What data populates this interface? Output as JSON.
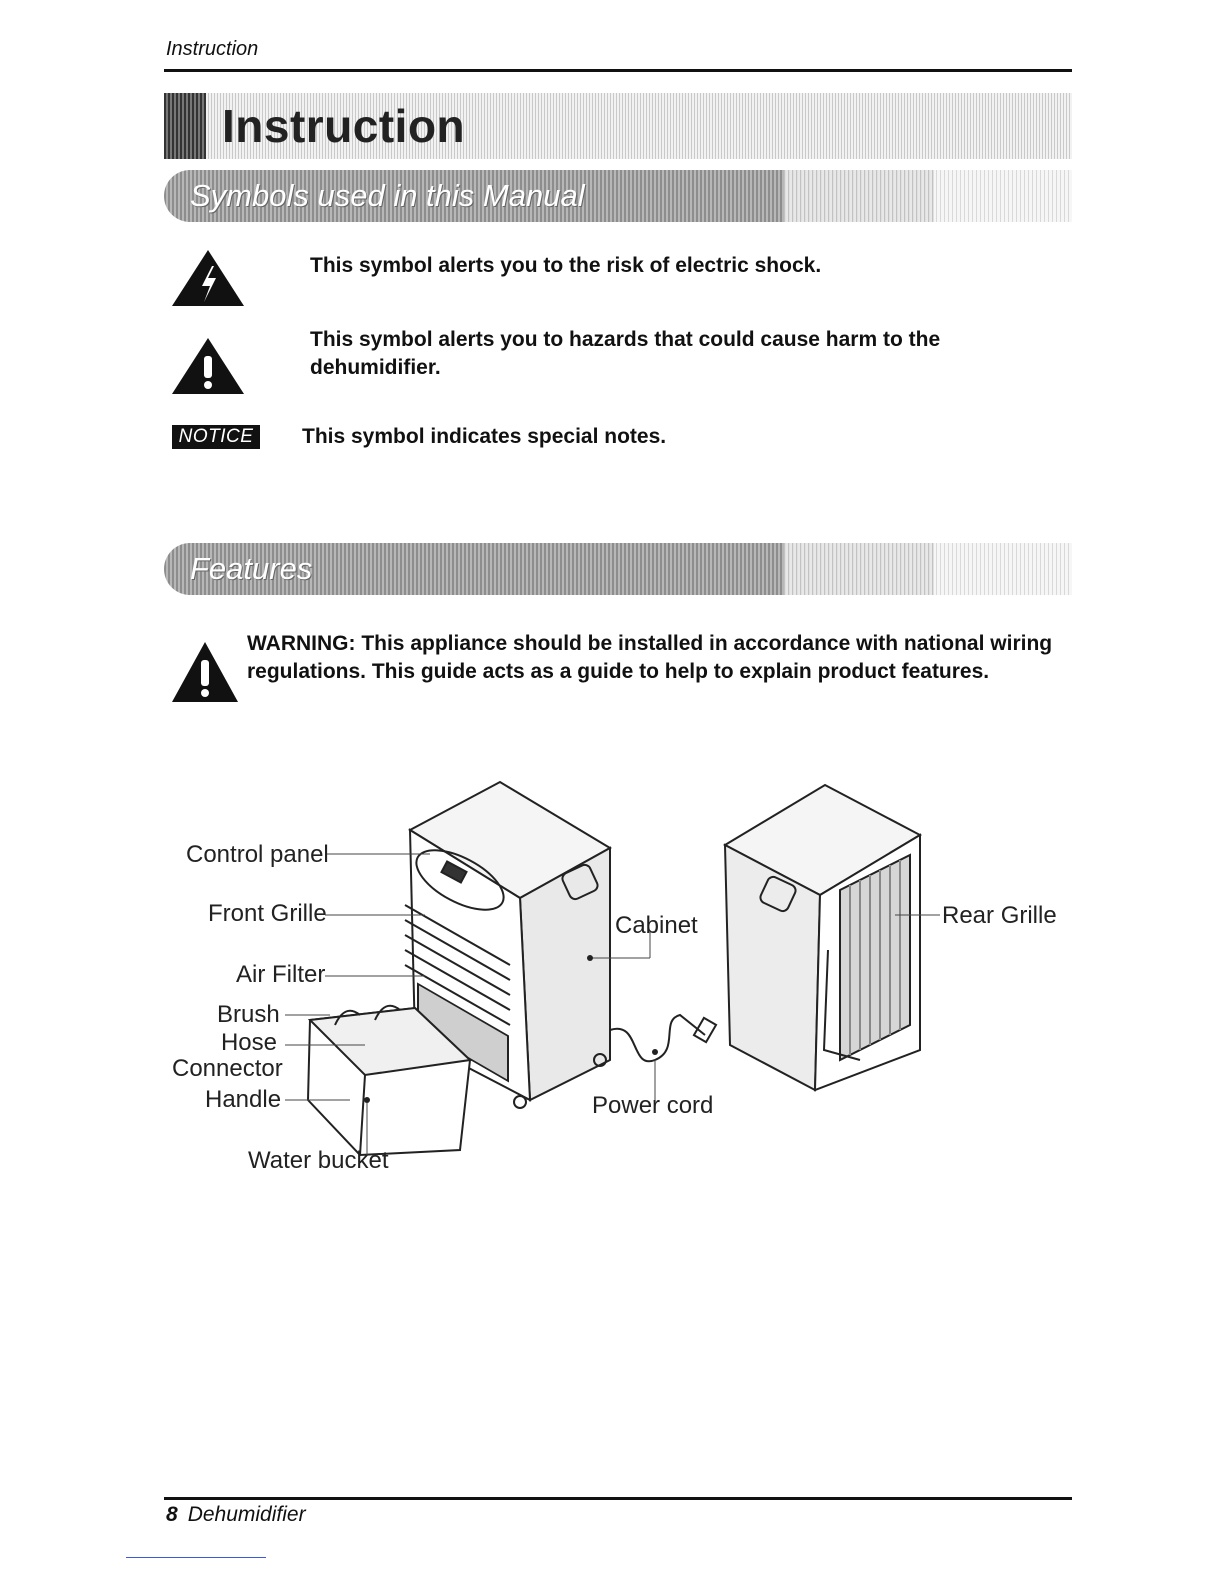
{
  "header": {
    "running_title": "Instruction"
  },
  "page_title": "Instruction",
  "symbols_section": {
    "heading": "Symbols used in this Manual",
    "items": [
      {
        "icon": "electric-shock-warning-icon",
        "text": "This symbol alerts you to the risk of electric shock."
      },
      {
        "icon": "hazard-warning-icon",
        "text": "This symbol alerts you to hazards that could cause harm to the dehumidifier."
      },
      {
        "icon": "notice-badge",
        "badge_label": "NOTICE",
        "text": "This symbol indicates special notes."
      }
    ]
  },
  "features_section": {
    "heading": "Features",
    "warning": "WARNING: This appliance should be installed in accordance with national wiring regulations. This guide acts as a guide to help to explain product features.",
    "labels": {
      "control_panel": "Control panel",
      "front_grille": "Front Grille",
      "air_filter": "Air Filter",
      "brush": "Brush",
      "hose_connector": "Hose\nConnector",
      "handle": "Handle",
      "water_bucket": "Water bucket",
      "cabinet": "Cabinet",
      "power_cord": "Power cord",
      "rear_grille": "Rear Grille"
    }
  },
  "footer": {
    "page_number": "8",
    "product": "Dehumidifier"
  }
}
